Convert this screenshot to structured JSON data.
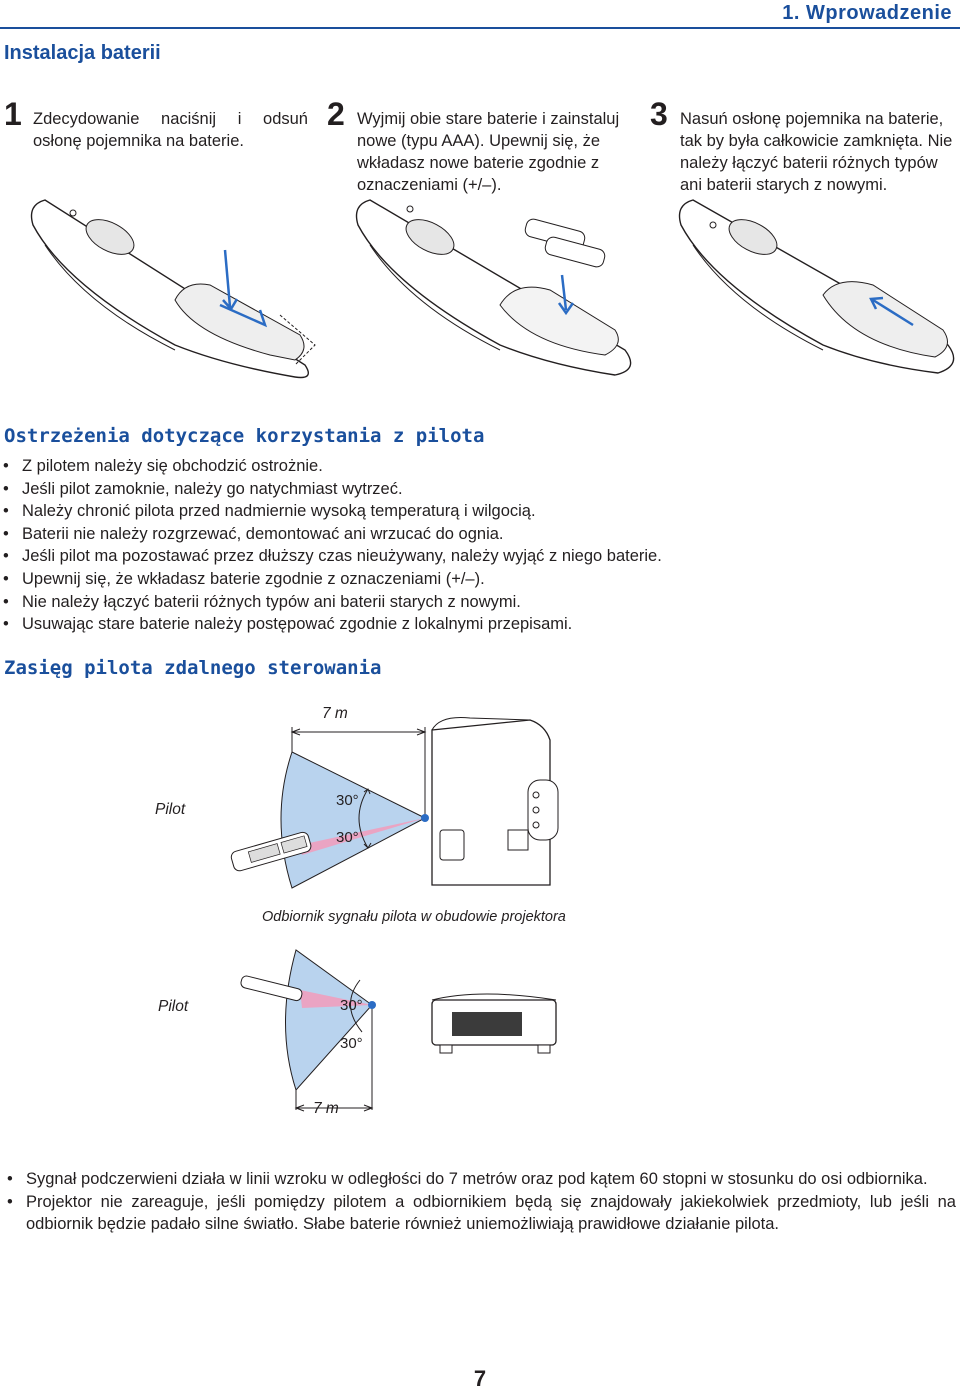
{
  "header": {
    "chapter": "1. Wprowadzenie"
  },
  "install": {
    "title": "Instalacja baterii",
    "steps": [
      {
        "num": "1",
        "text": "Zdecydowanie naciśnij i odsuń osłonę pojemnika na baterie."
      },
      {
        "num": "2",
        "text": "Wyjmij obie stare baterie i zainstaluj nowe (typu AAA). Upewnij się, że wkładasz nowe baterie zgodnie z oznaczeniami (+/–)."
      },
      {
        "num": "3",
        "text": "Nasuń osłonę pojemnika na baterie, tak by była całkowicie zamknięta. Nie należy łączyć baterii różnych typów ani baterii starych z nowymi."
      }
    ]
  },
  "warnings": {
    "title": "Ostrzeżenia dotyczące korzystania z pilota",
    "items": [
      "Z pilotem należy się obchodzić ostrożnie.",
      "Jeśli pilot zamoknie, należy go natychmiast wytrzeć.",
      "Należy chronić pilota przed nadmiernie wysoką temperaturą i wilgocią.",
      "Baterii nie należy rozgrzewać, demontować ani wrzucać do ognia.",
      "Jeśli pilot ma pozostawać przez dłuższy czas nieużywany, należy wyjąć z niego baterie.",
      "Upewnij się, że wkładasz baterie zgodnie z oznaczeniami (+/–).",
      "Nie należy łączyć baterii różnych typów ani baterii starych z nowymi.",
      "Usuwając stare baterie należy postępować zgodnie z lokalnymi przepisami."
    ]
  },
  "range": {
    "title": "Zasięg pilota zdalnego sterowania",
    "top_diagram": {
      "distance": "7 m",
      "remote_label": "Pilot",
      "angle_upper": "30°",
      "angle_lower": "30°"
    },
    "caption": "Odbiornik sygnału pilota w obudowie projektora",
    "side_diagram": {
      "distance": "7 m",
      "remote_label": "Pilot",
      "angle_upper": "30°",
      "angle_lower": "30°"
    },
    "notes": [
      "Sygnał podczerwieni działa w linii wzroku w odległości do 7 metrów oraz pod kątem 60 stopni w stosunku do osi odbiornika.",
      "Projektor nie zareaguje, jeśli pomiędzy pilotem a odbiornikiem będą się znajdowały jakiekolwiek przedmioty, lub jeśli na odbiornik będzie padało silne światło. Słabe baterie również uniemożliwiają prawidłowe działanie pilota."
    ]
  },
  "footer": {
    "page": "7"
  },
  "colors": {
    "accent": "#1a4f9c",
    "range_fill": "#b9d3ee",
    "beam": "#f29bbb",
    "arrow": "#2b6cc4"
  }
}
